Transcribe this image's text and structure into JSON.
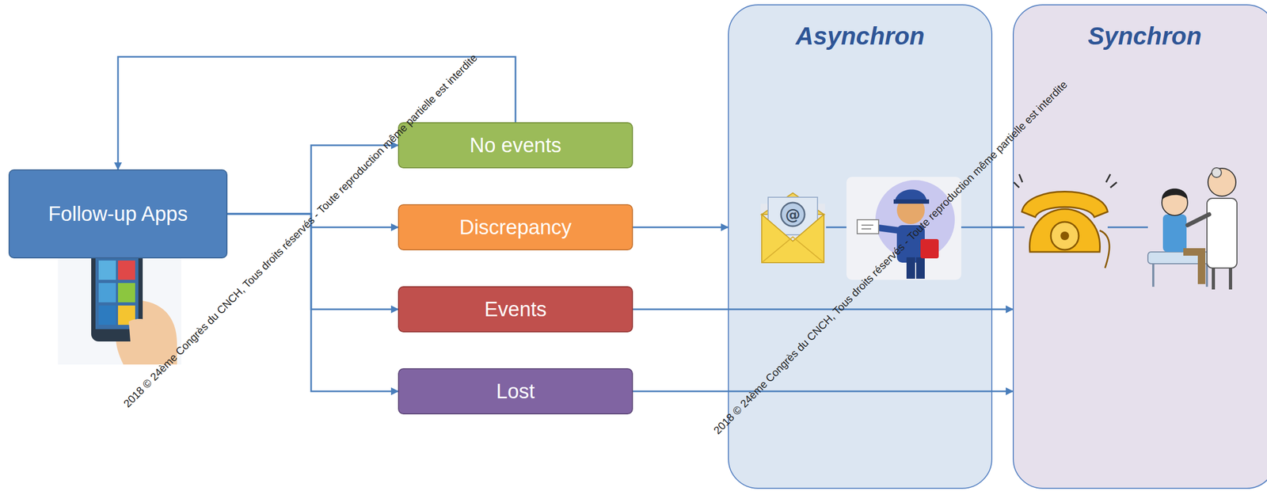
{
  "diagram": {
    "nodes": [
      {
        "text": [
          "Follow-up Apps"
        ]
      },
      {
        "text": [
          "No events"
        ]
      },
      {
        "text": [
          "Discrepancy"
        ]
      },
      {
        "text": [
          "Events"
        ]
      },
      {
        "text": [
          "Lost"
        ]
      },
      {
        "text": [
          "Asynchron"
        ]
      },
      {
        "text": [
          "Synchron"
        ]
      }
    ],
    "edges": [
      {
        "from": 0,
        "to": 1,
        "arrow": "to"
      },
      {
        "from": 0,
        "to": 2,
        "arrow": "to"
      },
      {
        "from": 0,
        "to": 3,
        "arrow": "to"
      },
      {
        "from": 0,
        "to": 4,
        "arrow": "to"
      },
      {
        "from": 1,
        "to": 0,
        "arrow": "to"
      },
      {
        "from": 2,
        "to": 5,
        "arrow": "to"
      },
      {
        "from": 3,
        "to": 6,
        "arrow": "to"
      },
      {
        "from": 4,
        "to": 6,
        "arrow": "to"
      },
      {
        "from": 5,
        "to": 6,
        "arrow": "none"
      }
    ],
    "labels": [
      "2018 © 24ème Congrès du CNCH, Tous droits réservés - Toute reproduction même partielle est interdite",
      "2018 © 24ème Congrès du CNCH, Tous droits réservés - Toute reproduction même partielle est interdite"
    ]
  }
}
